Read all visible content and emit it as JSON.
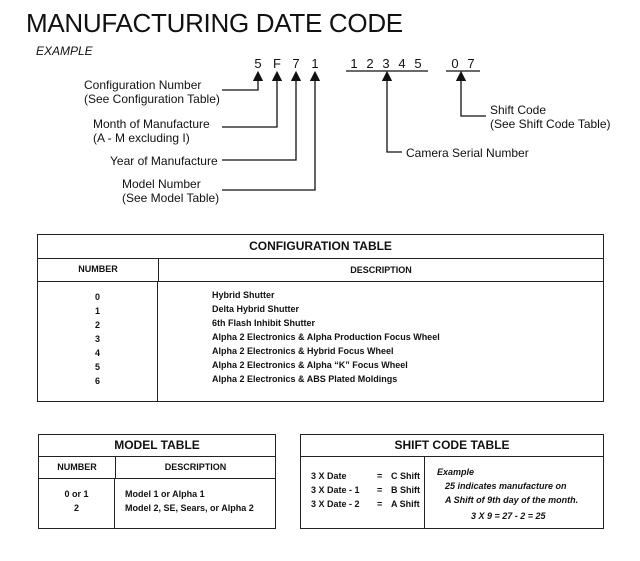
{
  "title": "MANUFACTURING DATE CODE",
  "example_label": "EXAMPLE",
  "code_chars": [
    "5",
    "F",
    "7",
    "1",
    "1",
    "2",
    "3",
    "4",
    "5",
    "0",
    "7"
  ],
  "labels": {
    "config_number": "Configuration Number",
    "config_number_sub": "(See Configuration Table)",
    "month": "Month of Manufacture",
    "month_sub": "(A - M excluding I)",
    "year": "Year of Manufacture",
    "model_number": "Model Number",
    "model_number_sub": "(See Model Table)",
    "serial": "Camera Serial Number",
    "shift": "Shift Code",
    "shift_sub": "(See Shift Code Table)"
  },
  "config_table": {
    "title": "CONFIGURATION TABLE",
    "col_number": "NUMBER",
    "col_description": "DESCRIPTION",
    "rows": [
      {
        "num": "0",
        "desc": "Hybrid Shutter"
      },
      {
        "num": "1",
        "desc": "Delta Hybrid Shutter"
      },
      {
        "num": "2",
        "desc": "6th Flash Inhibit Shutter"
      },
      {
        "num": "3",
        "desc": "Alpha 2 Electronics & Alpha Production Focus Wheel"
      },
      {
        "num": "4",
        "desc": "Alpha 2 Electronics & Hybrid Focus Wheel"
      },
      {
        "num": "5",
        "desc": "Alpha 2 Electronics & Alpha “K” Focus Wheel"
      },
      {
        "num": "6",
        "desc": "Alpha 2 Electronics & ABS Plated Moldings"
      }
    ]
  },
  "model_table": {
    "title": "MODEL TABLE",
    "col_number": "NUMBER",
    "col_description": "DESCRIPTION",
    "rows": [
      {
        "num": "0 or 1",
        "desc": "Model 1 or Alpha 1"
      },
      {
        "num": "2",
        "desc": "Model 2, SE, Sears, or Alpha 2"
      }
    ]
  },
  "shift_table": {
    "title": "SHIFT CODE TABLE",
    "rows": [
      {
        "left": "3 X Date",
        "eq": "=",
        "right": "C Shift"
      },
      {
        "left": "3 X Date - 1",
        "eq": "=",
        "right": "B Shift"
      },
      {
        "left": "3 X Date - 2",
        "eq": "=",
        "right": "A Shift"
      }
    ],
    "example_title": "Example",
    "example_line1": "25 indicates manufacture on",
    "example_line2": "A Shift of 9th day of the month.",
    "example_formula": "3 X 9 = 27 - 2 = 25"
  }
}
